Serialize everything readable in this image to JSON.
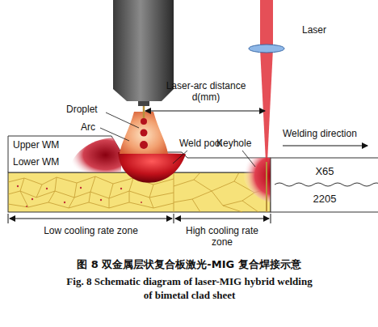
{
  "diagram": {
    "caption": "图 8 双金属层状复合板激光-MIG 复合焊接示意",
    "nodes": [
      {
        "text": [
          "X65"
        ]
      },
      {
        "text": [
          "2205"
        ]
      }
    ],
    "labels": [
      "Laser",
      "Droplet",
      "Arc",
      "Laser-arc distance d(mm)",
      "Weld pool",
      "Keyhole",
      "Welding direction",
      "Upper WM",
      "Lower WM",
      "Low cooling rate zone",
      "High cooling rate zone",
      "Fig. 8 Schematic diagram of laser-MIG hybrid welding of bimetal clad sheet"
    ]
  }
}
